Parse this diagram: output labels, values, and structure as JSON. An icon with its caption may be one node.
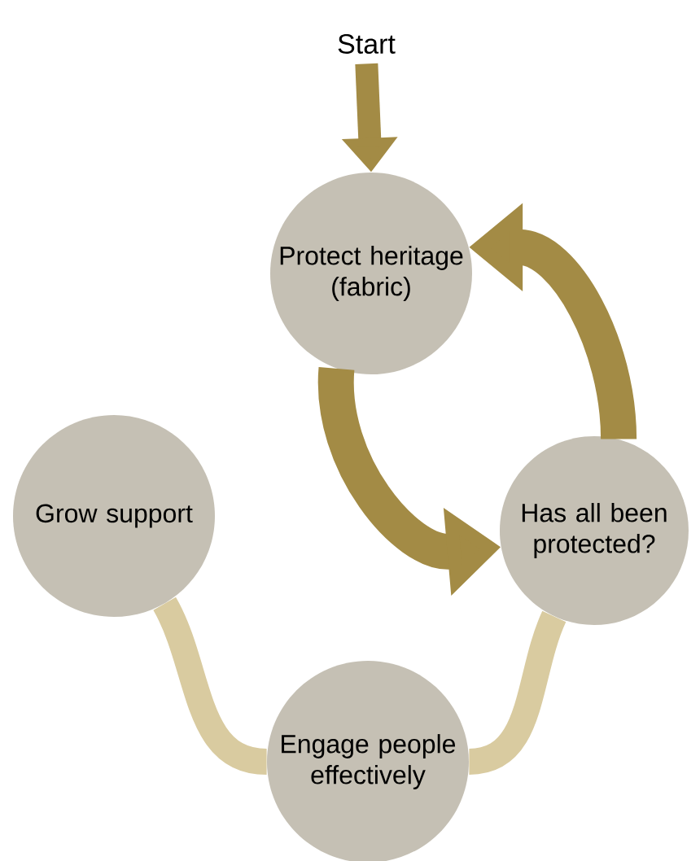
{
  "diagram": {
    "nodes": [
      {
        "text": [
          "Start"
        ]
      },
      {
        "text": [
          "Protect heritage (fabric)"
        ]
      },
      {
        "text": [
          "Has all been protected?"
        ]
      },
      {
        "text": [
          "Grow support"
        ]
      },
      {
        "text": [
          "Engage people effectively"
        ]
      }
    ],
    "edges": [
      {
        "from": 0,
        "to": 1,
        "arrow": "to"
      },
      {
        "from": 1,
        "to": 2,
        "arrow": "to"
      },
      {
        "from": 2,
        "to": 1,
        "arrow": "to"
      },
      {
        "from": 3,
        "to": 4,
        "arrow": "none",
        "color": "#d9cba0"
      },
      {
        "from": 4,
        "to": 2,
        "arrow": "none",
        "color": "#d9cba0"
      }
    ]
  }
}
